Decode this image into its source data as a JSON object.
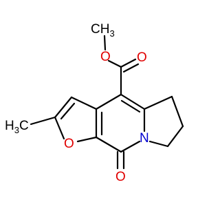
{
  "molecule": {
    "colors": {
      "bond": "#000000",
      "oxygen": "#e00000",
      "nitrogen": "#0000d0",
      "carbon_label": "#000000"
    },
    "atom_labels": {
      "methyl_ester_ch": "CH",
      "methyl_ester_sub": "3",
      "carbonyl_o_ester": "O",
      "ether_o_ester": "O",
      "methyl_left_h": "H",
      "methyl_left_sub": "3",
      "methyl_left_c": "C",
      "furan_o": "O",
      "lactam_n": "N",
      "lactam_o": "O"
    }
  }
}
